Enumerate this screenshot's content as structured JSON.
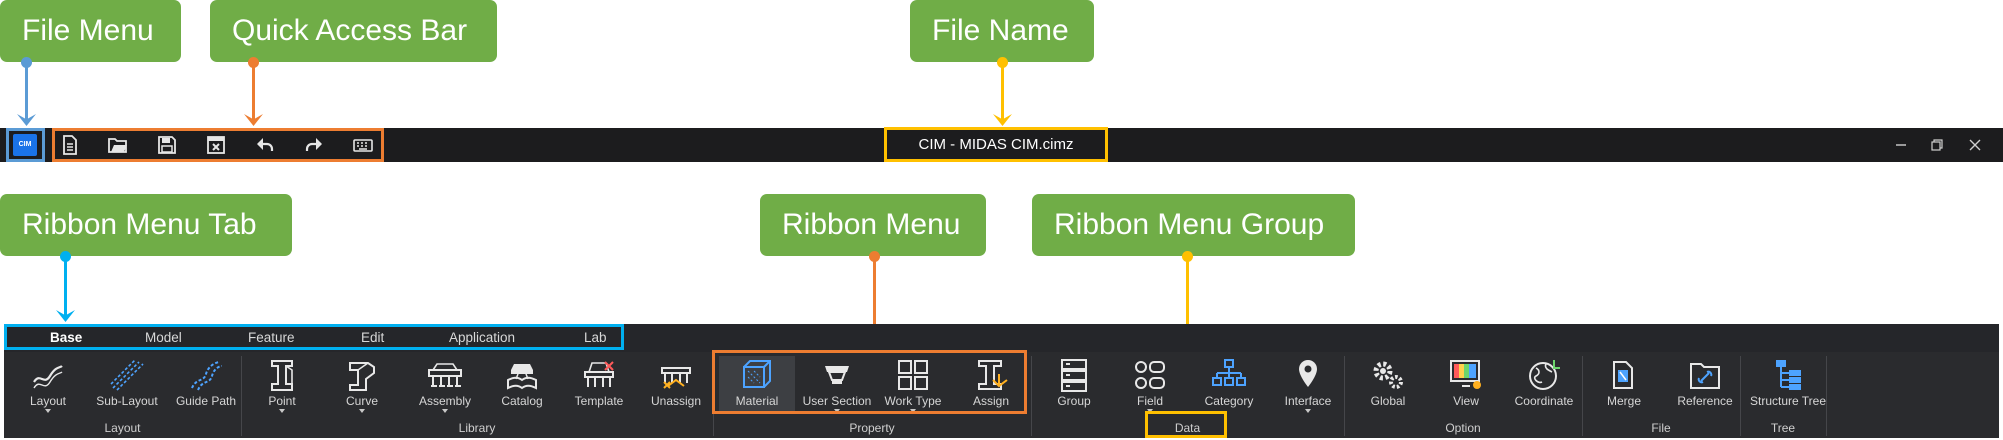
{
  "callouts": {
    "file_menu": "File Menu",
    "quick_access_bar": "Quick Access Bar",
    "file_name": "File Name",
    "ribbon_menu_tab": "Ribbon Menu Tab",
    "ribbon_menu": "Ribbon Menu",
    "ribbon_menu_group": "Ribbon Menu Group"
  },
  "callout_colors": {
    "file_menu": "#5b9bd5",
    "quick_access_bar": "#ed7d31",
    "file_name": "#ffc000",
    "ribbon_menu_tab": "#00b0f0",
    "ribbon_menu": "#ed7d31",
    "ribbon_menu_group": "#ffc000"
  },
  "titlebar": {
    "app_logo": "CIM",
    "file_name": "CIM - MIDAS CIM.cimz",
    "quick_access_icons": [
      "new-file-icon",
      "open-folder-icon",
      "save-icon",
      "close-file-icon",
      "undo-icon",
      "redo-icon",
      "keyboard-icon"
    ],
    "window_controls": [
      "minimize-icon",
      "restore-icon",
      "close-icon"
    ]
  },
  "ribbon": {
    "tabs": [
      "Base",
      "Model",
      "Feature",
      "Edit",
      "Application",
      "Lab"
    ],
    "active_tab": "Base",
    "buttons": {
      "layout": "Layout",
      "sub_layout": "Sub-Layout",
      "guide_path": "Guide Path",
      "point": "Point",
      "curve": "Curve",
      "assembly": "Assembly",
      "catalog": "Catalog",
      "template": "Template",
      "unassign": "Unassign",
      "material": "Material",
      "user_section": "User Section",
      "work_type": "Work Type",
      "assign": "Assign",
      "group": "Group",
      "field": "Field",
      "category": "Category",
      "interface": "Interface",
      "global": "Global",
      "view": "View",
      "coordinate": "Coordinate",
      "merge": "Merge",
      "reference": "Reference",
      "structure_tree": "Structure Tree"
    },
    "groups": {
      "layout": "Layout",
      "library": "Library",
      "property": "Property",
      "data": "Data",
      "option": "Option",
      "file": "File",
      "tree": "Tree"
    }
  }
}
